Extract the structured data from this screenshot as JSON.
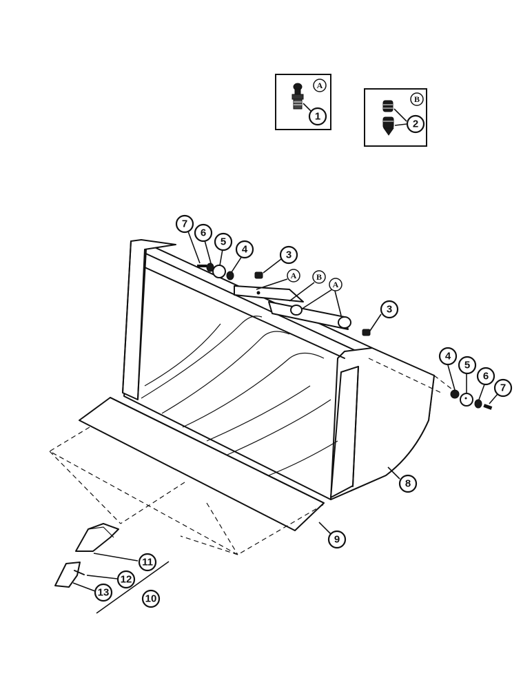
{
  "detail_a": {
    "letter": "A",
    "callout": "1"
  },
  "detail_b": {
    "letter": "B",
    "callout": "2"
  },
  "callouts": {
    "c3a": "3",
    "c3b": "3",
    "c4a": "4",
    "c4b": "4",
    "c5a": "5",
    "c5b": "5",
    "c6a": "6",
    "c6b": "6",
    "c7a": "7",
    "c7b": "7",
    "c8": "8",
    "c9": "9",
    "c10": "10",
    "c11": "11",
    "c12": "12",
    "c13": "13"
  },
  "letters": {
    "la1": "A",
    "lb1": "B",
    "la2": "A"
  }
}
